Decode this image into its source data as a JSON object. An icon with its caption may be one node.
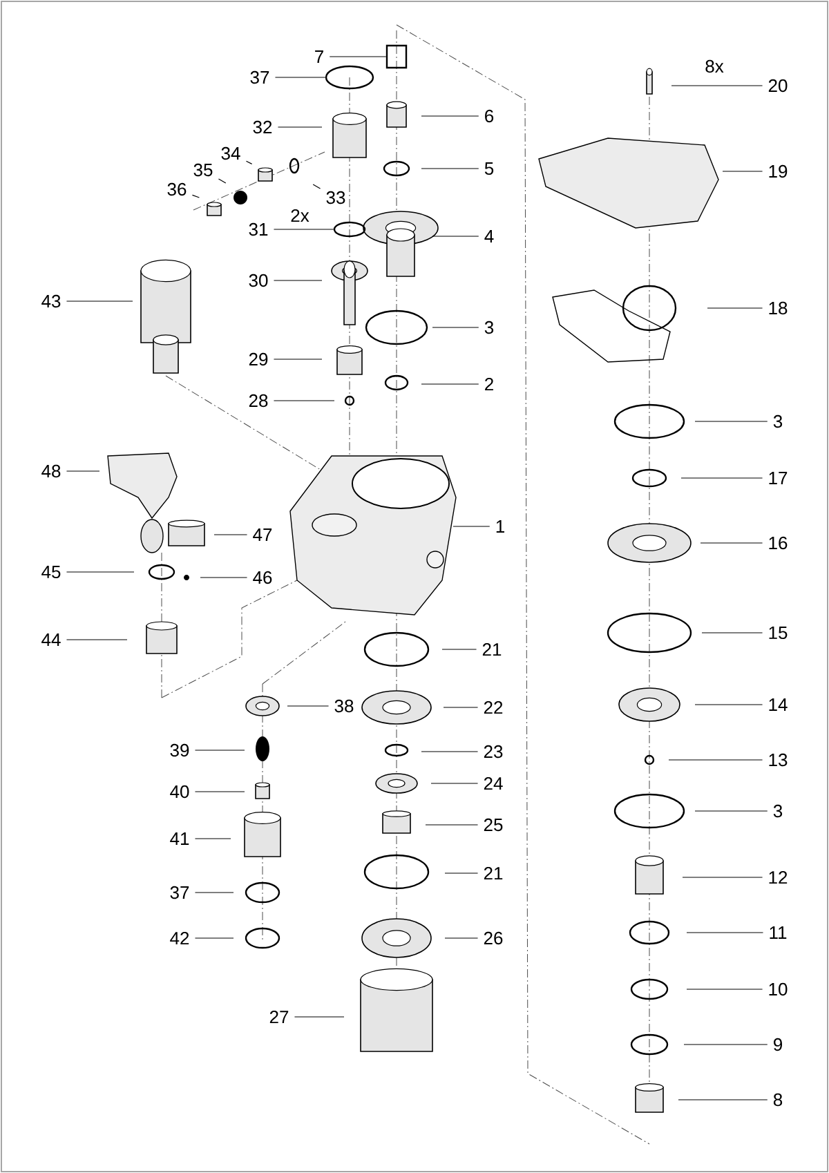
{
  "diagram": {
    "nodes": [
      {
        "text": [
          "7"
        ]
      },
      {
        "text": [
          "20"
        ]
      },
      {
        "text": [
          "37"
        ]
      },
      {
        "text": [
          "6"
        ]
      },
      {
        "text": [
          "32"
        ]
      },
      {
        "text": [
          "34"
        ]
      },
      {
        "text": [
          "5"
        ]
      },
      {
        "text": [
          "35"
        ]
      },
      {
        "text": [
          "19"
        ]
      },
      {
        "text": [
          "36"
        ]
      },
      {
        "text": [
          "33"
        ]
      },
      {
        "text": [
          "31"
        ]
      },
      {
        "text": [
          "4"
        ]
      },
      {
        "text": [
          "30"
        ]
      },
      {
        "text": [
          "43"
        ]
      },
      {
        "text": [
          "18"
        ]
      },
      {
        "text": [
          "3"
        ]
      },
      {
        "text": [
          "29"
        ]
      },
      {
        "text": [
          "2"
        ]
      },
      {
        "text": [
          "28"
        ]
      },
      {
        "text": [
          "3"
        ]
      },
      {
        "text": [
          "48"
        ]
      },
      {
        "text": [
          "17"
        ]
      },
      {
        "text": [
          "1"
        ]
      },
      {
        "text": [
          "47"
        ]
      },
      {
        "text": [
          "16"
        ]
      },
      {
        "text": [
          "45"
        ]
      },
      {
        "text": [
          "46"
        ]
      },
      {
        "text": [
          "15"
        ]
      },
      {
        "text": [
          "44"
        ]
      },
      {
        "text": [
          "21"
        ]
      },
      {
        "text": [
          "14"
        ]
      },
      {
        "text": [
          "38"
        ]
      },
      {
        "text": [
          "22"
        ]
      },
      {
        "text": [
          "39"
        ]
      },
      {
        "text": [
          "23"
        ]
      },
      {
        "text": [
          "13"
        ]
      },
      {
        "text": [
          "24"
        ]
      },
      {
        "text": [
          "40"
        ]
      },
      {
        "text": [
          "3"
        ]
      },
      {
        "text": [
          "25"
        ]
      },
      {
        "text": [
          "41"
        ]
      },
      {
        "text": [
          "21"
        ]
      },
      {
        "text": [
          "12"
        ]
      },
      {
        "text": [
          "37"
        ]
      },
      {
        "text": [
          "11"
        ]
      },
      {
        "text": [
          "42"
        ]
      },
      {
        "text": [
          "26"
        ]
      },
      {
        "text": [
          "10"
        ]
      },
      {
        "text": [
          "27"
        ]
      },
      {
        "text": [
          "9"
        ]
      },
      {
        "text": [
          "8"
        ]
      },
      {
        "text": [],
        "shape": "circle"
      },
      {
        "text": [],
        "shape": "circle"
      },
      {
        "text": [],
        "shape": "box"
      }
    ],
    "edges": [
      {
        "from": 0,
        "to": 54,
        "arrow": "none"
      },
      {
        "from": 1,
        "to": null,
        "arrow": "none"
      },
      {
        "from": 2,
        "to": 52,
        "arrow": "none"
      },
      {
        "from": 3,
        "to": null,
        "arrow": "none"
      },
      {
        "from": 4,
        "to": null,
        "arrow": "none"
      },
      {
        "from": 5,
        "to": null,
        "arrow": "none"
      },
      {
        "from": 6,
        "to": null,
        "arrow": "none"
      },
      {
        "from": 7,
        "to": null,
        "arrow": "none"
      },
      {
        "from": 8,
        "to": null,
        "arrow": "none"
      },
      {
        "from": 9,
        "to": null,
        "arrow": "none"
      },
      {
        "from": 10,
        "to": null,
        "arrow": "none"
      },
      {
        "from": 11,
        "to": 53,
        "arrow": "none"
      },
      {
        "from": 12,
        "to": null,
        "arrow": "none"
      },
      {
        "from": 13,
        "to": null,
        "arrow": "none"
      },
      {
        "from": 14,
        "to": null,
        "arrow": "none"
      },
      {
        "from": 15,
        "to": null,
        "arrow": "none"
      },
      {
        "from": 16,
        "to": null,
        "arrow": "none"
      },
      {
        "from": 17,
        "to": null,
        "arrow": "none"
      },
      {
        "from": 18,
        "to": null,
        "arrow": "none"
      },
      {
        "from": 19,
        "to": null,
        "arrow": "none"
      },
      {
        "from": 20,
        "to": null,
        "arrow": "none"
      },
      {
        "from": 21,
        "to": null,
        "arrow": "none"
      },
      {
        "from": 22,
        "to": null,
        "arrow": "none"
      },
      {
        "from": 23,
        "to": null,
        "arrow": "none"
      },
      {
        "from": 24,
        "to": null,
        "arrow": "none"
      },
      {
        "from": 25,
        "to": null,
        "arrow": "none"
      },
      {
        "from": 26,
        "to": null,
        "arrow": "none"
      },
      {
        "from": 27,
        "to": null,
        "arrow": "none"
      },
      {
        "from": 28,
        "to": null,
        "arrow": "none"
      },
      {
        "from": 29,
        "to": null,
        "arrow": "none"
      },
      {
        "from": 30,
        "to": null,
        "arrow": "none"
      },
      {
        "from": 31,
        "to": null,
        "arrow": "none"
      },
      {
        "from": 32,
        "to": null,
        "arrow": "none"
      },
      {
        "from": 33,
        "to": null,
        "arrow": "none"
      },
      {
        "from": 34,
        "to": null,
        "arrow": "none"
      },
      {
        "from": 35,
        "to": null,
        "arrow": "none"
      },
      {
        "from": 36,
        "to": null,
        "arrow": "none"
      },
      {
        "from": 37,
        "to": null,
        "arrow": "none"
      },
      {
        "from": 38,
        "to": null,
        "arrow": "none"
      },
      {
        "from": 39,
        "to": null,
        "arrow": "none"
      },
      {
        "from": 40,
        "to": null,
        "arrow": "none"
      },
      {
        "from": 41,
        "to": null,
        "arrow": "none"
      },
      {
        "from": 42,
        "to": null,
        "arrow": "none"
      },
      {
        "from": 43,
        "to": null,
        "arrow": "none"
      },
      {
        "from": 44,
        "to": null,
        "arrow": "none"
      },
      {
        "from": 45,
        "to": null,
        "arrow": "none"
      },
      {
        "from": 46,
        "to": null,
        "arrow": "none"
      },
      {
        "from": 47,
        "to": null,
        "arrow": "none"
      },
      {
        "from": 48,
        "to": null,
        "arrow": "none"
      },
      {
        "from": 49,
        "to": null,
        "arrow": "none"
      },
      {
        "from": 50,
        "to": null,
        "arrow": "none"
      },
      {
        "from": 51,
        "to": null,
        "arrow": "none"
      }
    ],
    "labels": [
      "8x",
      "2x"
    ]
  }
}
